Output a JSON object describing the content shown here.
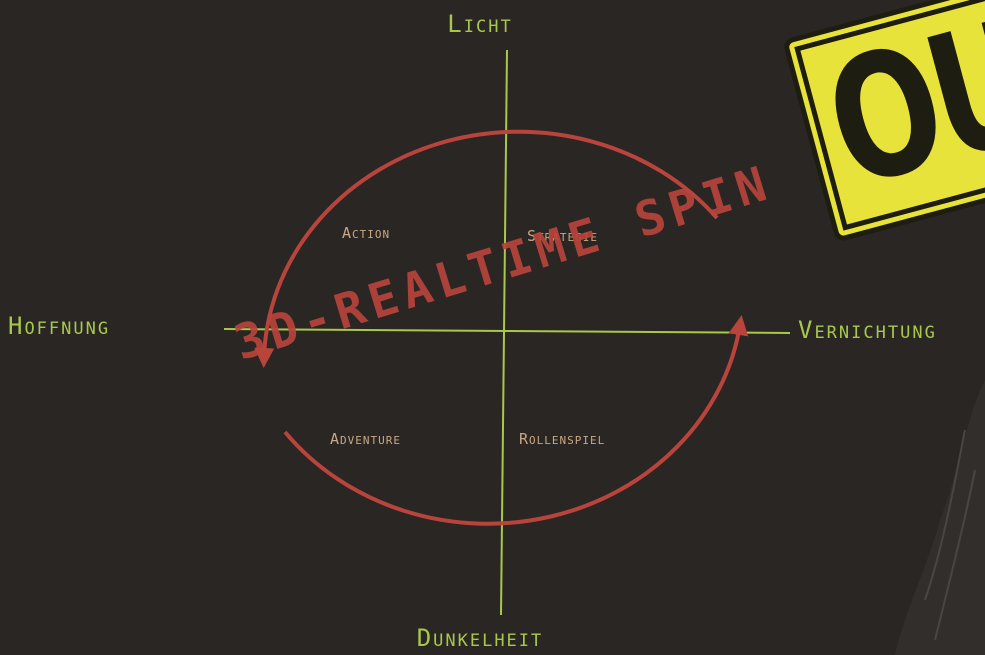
{
  "axes": {
    "top": "Licht",
    "bottom": "Dunkelheit",
    "left": "Hoffnung",
    "right": "Vernichtung"
  },
  "quadrants": {
    "top_left": "Action",
    "top_right": "Strategie",
    "bottom_left": "Adventure",
    "bottom_right": "Rollenspiel"
  },
  "stamp": "3D-REALTIME SPIN",
  "badge": "OU",
  "colors": {
    "background": "#2a2624",
    "axis": "#a8c84c",
    "circle": "#b8443b",
    "genre_text": "#c9a882",
    "badge": "#e8e33a"
  }
}
